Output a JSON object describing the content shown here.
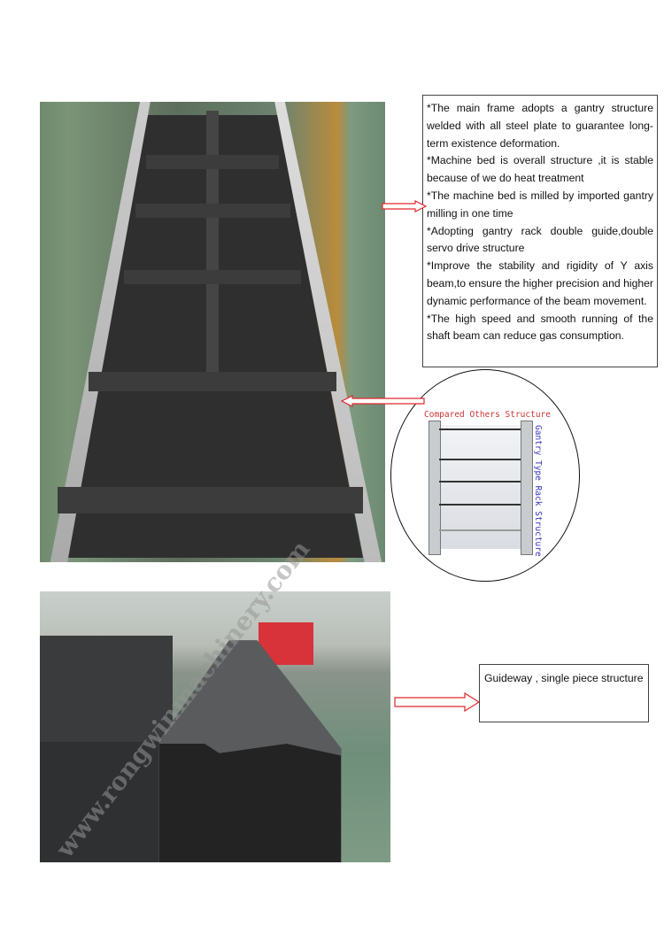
{
  "features_box": {
    "lines": [
      "*The main frame adopts a gantry structure welded with all steel plate to guarantee long-term existence deformation.",
      "*Machine bed is overall structure ,it is stable because of we do heat treatment",
      "*The machine bed is milled by imported gantry milling in one time",
      "*Adopting gantry rack double guide,double servo drive structure",
      "*Improve the stability and rigidity of Y axis beam,to ensure the higher precision and higher dynamic performance of the beam movement.",
      "*The high speed and smooth running of the shaft beam can reduce gas consumption."
    ]
  },
  "comparison_diagram": {
    "caption_top": "Compared Others Structure",
    "caption_side": "Gantry Type Rack Structure"
  },
  "guideway_box": {
    "text": "Guideway , single piece structure"
  },
  "watermark": "www.rongwinmachinery.com",
  "colors": {
    "arrow": "#e0282c",
    "caption_red": "#cc3333",
    "caption_blue": "#3535c0"
  }
}
